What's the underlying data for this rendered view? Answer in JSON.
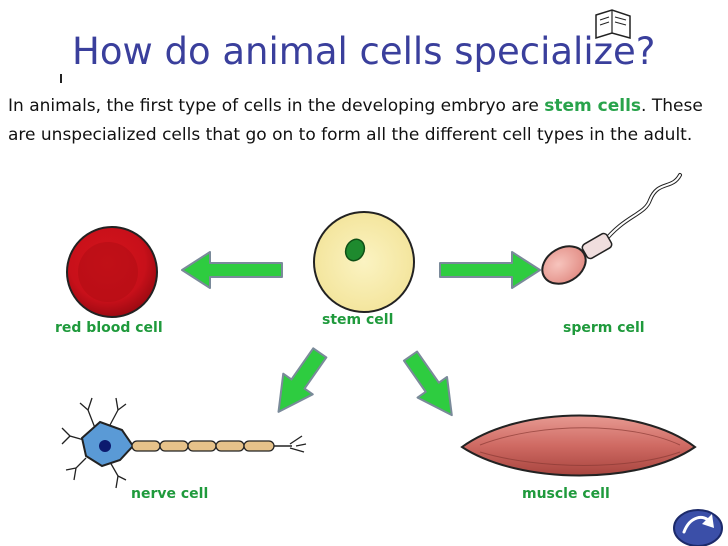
{
  "slide": {
    "title": "How do animal cells specialize?",
    "intro": {
      "part1": "In animals, the first type of cells in the developing embryo are",
      "highlight": "stem cells",
      "part2": ". These are unspecialized cells that go on to form all the different cell types in the adult."
    }
  },
  "cells": {
    "stem": "stem cell",
    "red_blood": "red blood cell",
    "sperm": "sperm cell",
    "nerve": "nerve cell",
    "muscle": "muscle cell"
  },
  "icons": {
    "book": "book-icon",
    "next": "next-arrow-icon"
  },
  "colors": {
    "title": "#3a3f9c",
    "highlight": "#28a34b",
    "label": "#1f9a3c",
    "arrow": "#2ecc40"
  }
}
